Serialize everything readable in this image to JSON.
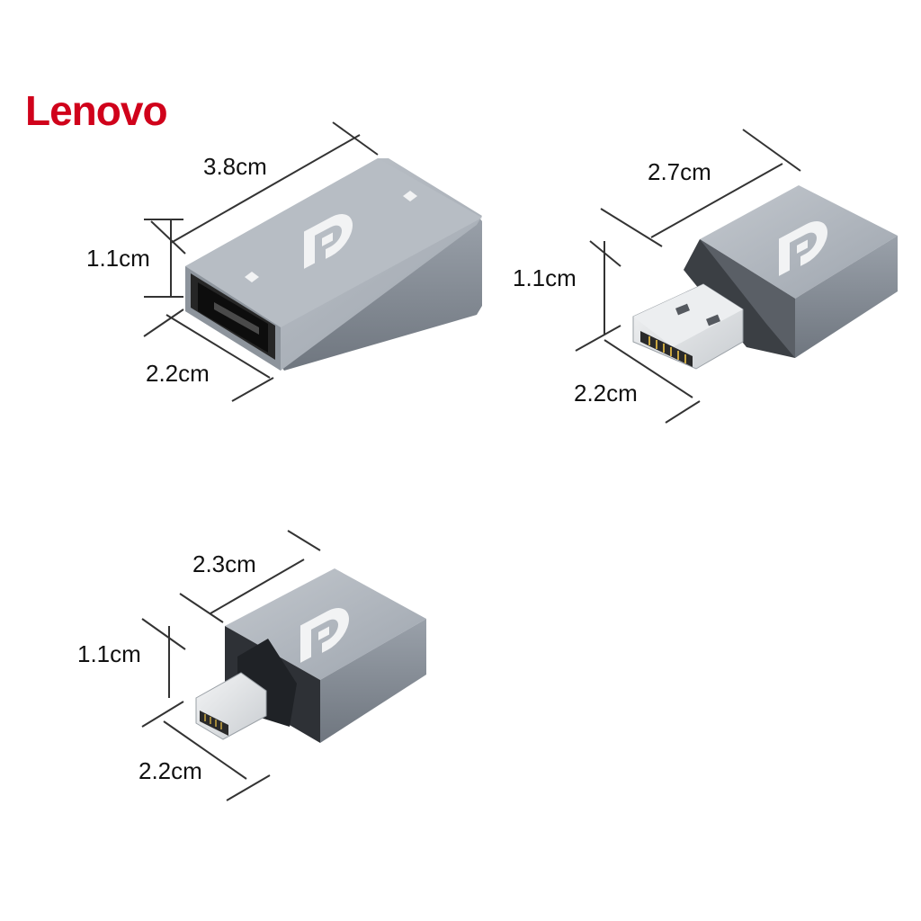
{
  "brand": {
    "name": "Lenovo",
    "color": "#d0021b"
  },
  "colors": {
    "shell_top": "#aeb4bc",
    "shell_side": "#8a919a",
    "shell_front": "#4e545c",
    "port": "#1a1a1a",
    "dimension_line": "#333333"
  },
  "products": [
    {
      "type": "DisplayPort female to female coupler",
      "logo_icon": "displayport-logo-icon",
      "dimensions": {
        "length": "3.8cm",
        "height": "1.1cm",
        "width": "2.2cm"
      }
    },
    {
      "type": "DisplayPort male adapter",
      "logo_icon": "displayport-logo-icon",
      "dimensions": {
        "length": "2.7cm",
        "height": "1.1cm",
        "width": "2.2cm"
      }
    },
    {
      "type": "Mini DisplayPort male adapter",
      "logo_icon": "displayport-logo-icon",
      "dimensions": {
        "length": "2.3cm",
        "height": "1.1cm",
        "width": "2.2cm"
      }
    }
  ]
}
